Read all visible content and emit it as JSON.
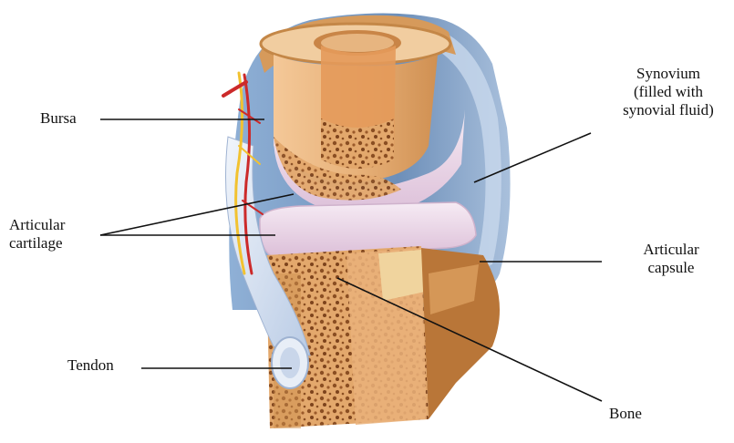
{
  "labels": {
    "bursa": "Bursa",
    "articular_cartilage": [
      "Articular",
      "cartilage"
    ],
    "tendon": "Tendon",
    "synovium": [
      "Synovium",
      "(filled with",
      "synovial fluid)"
    ],
    "articular_capsule": [
      "Articular",
      "capsule"
    ],
    "bone": "Bone"
  },
  "colors": {
    "capsule_blue": "#6d8fb9",
    "capsule_light": "#a9c0dc",
    "bone_tan": "#e6b37f",
    "bone_dark": "#b9783f",
    "spongy": "#c98b52",
    "cartilage": "#ead5e6",
    "tendon": "#d9e4f3",
    "vessel_red": "#cc2a2a",
    "vessel_yellow": "#f2c230",
    "line": "#111111"
  }
}
